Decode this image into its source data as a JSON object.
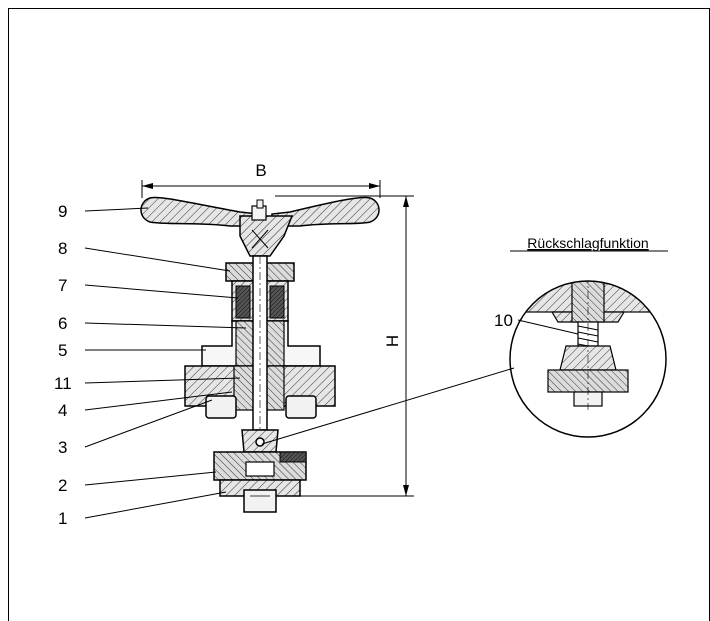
{
  "drawing": {
    "dimension_b": "B",
    "dimension_h": "H",
    "detail_title": "Rückschlagfunktion",
    "callouts": [
      "9",
      "8",
      "7",
      "6",
      "5",
      "11",
      "4",
      "3",
      "2",
      "1"
    ],
    "detail_callout": "10"
  }
}
